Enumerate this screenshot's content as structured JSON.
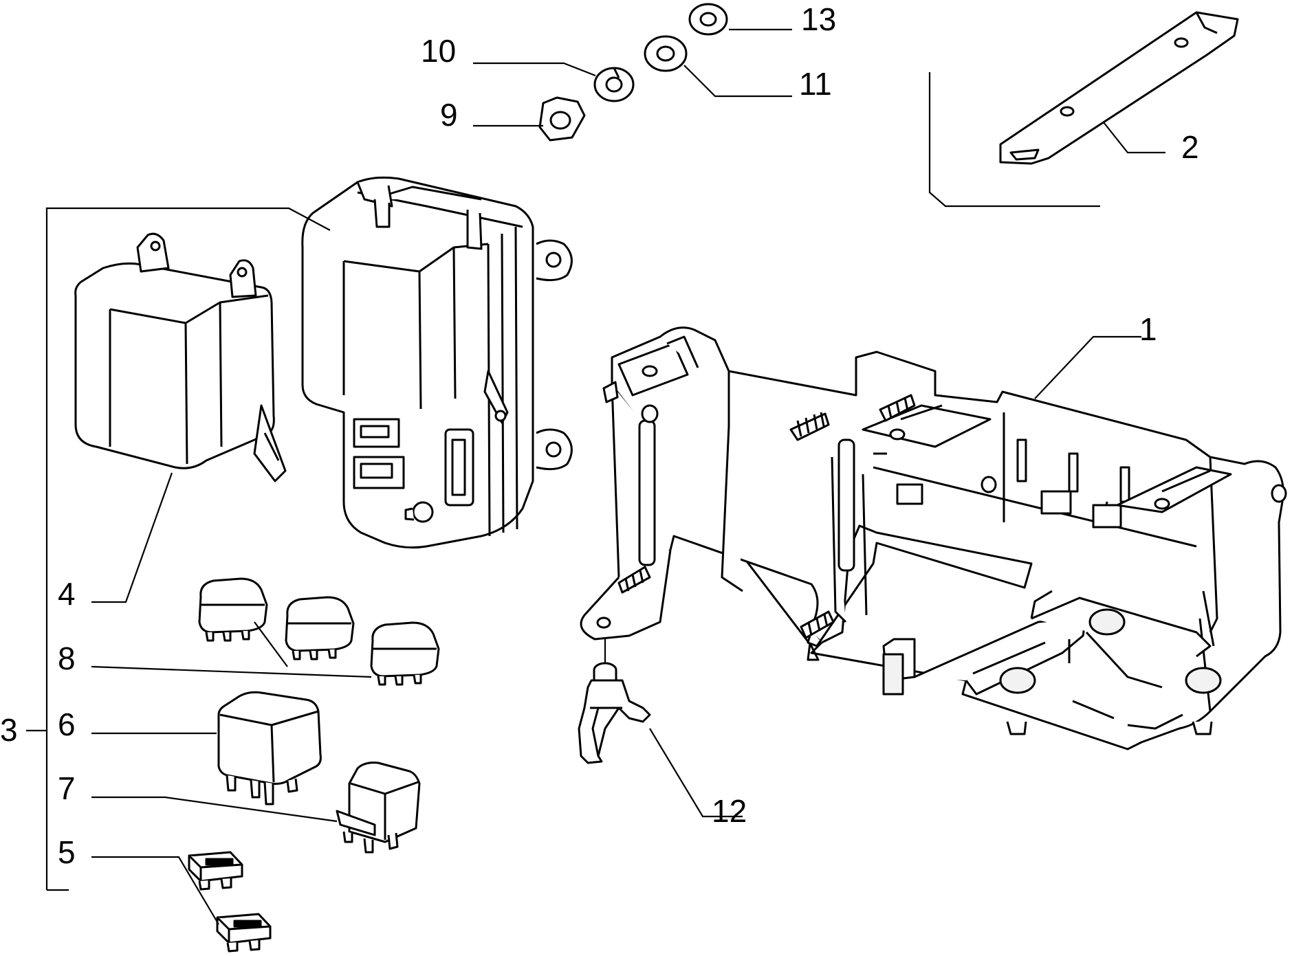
{
  "callouts": {
    "c1": "1",
    "c2": "2",
    "c3": "3",
    "c4": "4",
    "c5": "5",
    "c6": "6",
    "c7": "7",
    "c8": "8",
    "c9": "9",
    "c10": "10",
    "c11": "11",
    "c12": "12",
    "c13": "13"
  },
  "colors": {
    "line": "#000000",
    "paper": "#ffffff"
  }
}
